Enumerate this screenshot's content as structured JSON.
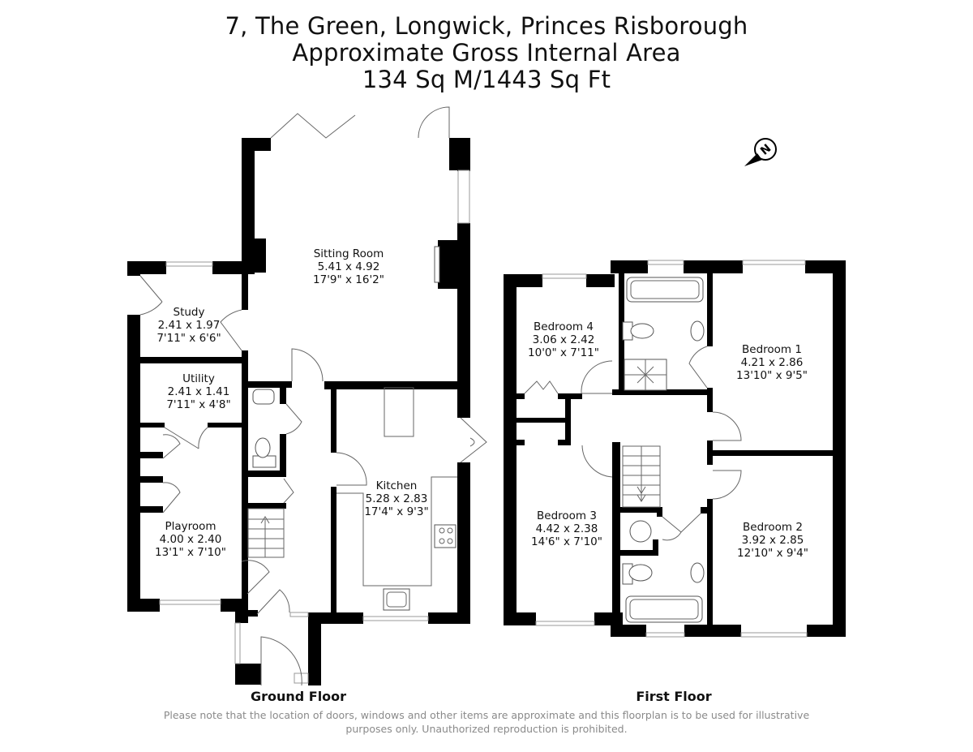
{
  "header": {
    "address": "7, The Green, Longwick, Princes Risborough",
    "area_title": "Approximate Gross Internal Area",
    "area_value": "134 Sq M/1443 Sq Ft"
  },
  "compass": {
    "icon": "north-compass-icon",
    "letter": "N"
  },
  "ground_floor": {
    "label": "Ground Floor",
    "rooms": [
      {
        "name": "Sitting Room",
        "metric": "5.41 x 4.92",
        "imperial": "17'9\" x 16'2\""
      },
      {
        "name": "Study",
        "metric": "2.41 x 1.97",
        "imperial": "7'11\" x 6'6\""
      },
      {
        "name": "Utility",
        "metric": "2.41 x 1.41",
        "imperial": "7'11\" x 4'8\""
      },
      {
        "name": "Playroom",
        "metric": "4.00 x 2.40",
        "imperial": "13'1\" x 7'10\""
      },
      {
        "name": "Kitchen",
        "metric": "5.28 x 2.83",
        "imperial": "17'4\" x 9'3\""
      }
    ]
  },
  "first_floor": {
    "label": "First Floor",
    "rooms": [
      {
        "name": "Bedroom 4",
        "metric": "3.06 x 2.42",
        "imperial": "10'0\" x 7'11\""
      },
      {
        "name": "Bedroom 1",
        "metric": "4.21 x 2.86",
        "imperial": "13'10\" x 9'5\""
      },
      {
        "name": "Bedroom 3",
        "metric": "4.42 x 2.38",
        "imperial": "14'6\" x 7'10\""
      },
      {
        "name": "Bedroom 2",
        "metric": "3.92 x 2.85",
        "imperial": "12'10\" x 9'4\""
      }
    ]
  },
  "footer": {
    "disclaimer_line1": "Please note that the location of doors, windows and other items are approximate and this floorplan is to be used for illustrative",
    "disclaimer_line2": "purposes only. Unauthorized reproduction is prohibited."
  }
}
